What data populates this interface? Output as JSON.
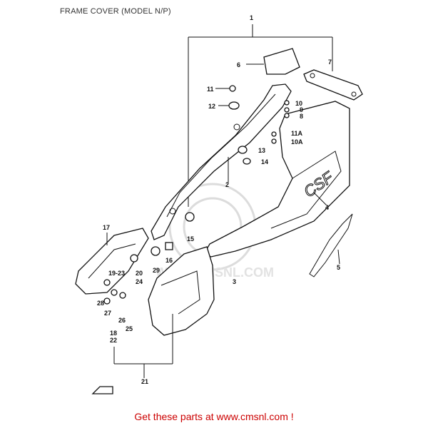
{
  "header": {
    "title": "FRAME COVER (MODEL N/P)"
  },
  "footer": {
    "text": "Get these parts at www.cmsnl.com !"
  },
  "watermark": {
    "text": "WWW.CMSNL.COM"
  },
  "callouts": {
    "p1": "1",
    "p2": "2",
    "p3": "3",
    "p4": "4",
    "p5": "5",
    "p6": "6",
    "p7": "7",
    "p8": "8",
    "p9": "9",
    "p10": "10",
    "p10a": "10A",
    "p11": "11",
    "p11a": "11A",
    "p12": "12",
    "p13": "13",
    "p14": "14",
    "p15": "15",
    "p16": "16",
    "p17": "17",
    "p18": "18",
    "p19_23": "19-23",
    "p20": "20",
    "p21": "21",
    "p22": "22",
    "p24": "24",
    "p25": "25",
    "p26": "26",
    "p27": "27",
    "p28": "28",
    "p29": "29"
  },
  "colors": {
    "footer": "#cc0000",
    "ink": "#111111",
    "watermark": "#dcdcdc"
  }
}
